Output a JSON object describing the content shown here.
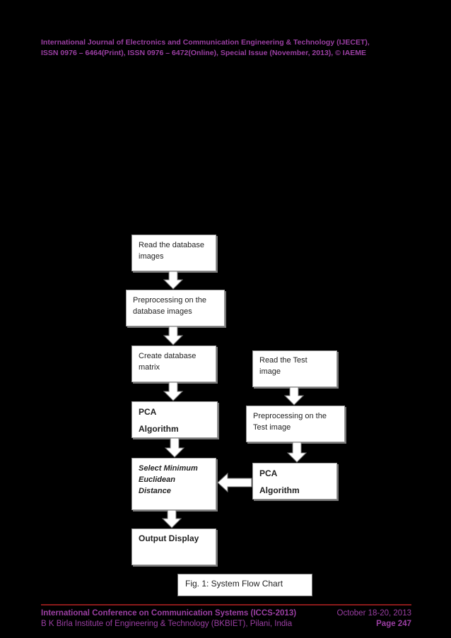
{
  "header": {
    "line1": "International Journal of Electronics and Communication Engineering & Technology (IJECET),",
    "line2": "ISSN 0976 – 6464(Print), ISSN 0976 – 6472(Online), Special Issue (November, 2013), © IAEME"
  },
  "flowchart": {
    "read_db_l1": "Read the database",
    "read_db_l2": "images",
    "preproc_db_l1": "Preprocessing on the",
    "preproc_db_l2": "database images",
    "create_matrix_l1": "Create database",
    "create_matrix_l2": "matrix",
    "pca_left_l1": "PCA",
    "pca_left_l2": "Algorithm",
    "select_min_l1": "Select Minimum",
    "select_min_l2": "Euclidean Distance",
    "output": "Output Display",
    "read_test": "Read the Test image",
    "preproc_test_l1": "Preprocessing on the",
    "preproc_test_l2": "Test image",
    "pca_right_l1": "PCA",
    "pca_right_l2": "Algorithm"
  },
  "caption": "Fig. 1: System Flow Chart",
  "footer": {
    "conference": "International Conference on Communication Systems (ICCS-2013)",
    "date": "October 18-20, 2013",
    "institute": "B K Birla Institute of Engineering & Technology (BKBIET), Pilani, India",
    "page": "Page 247"
  }
}
